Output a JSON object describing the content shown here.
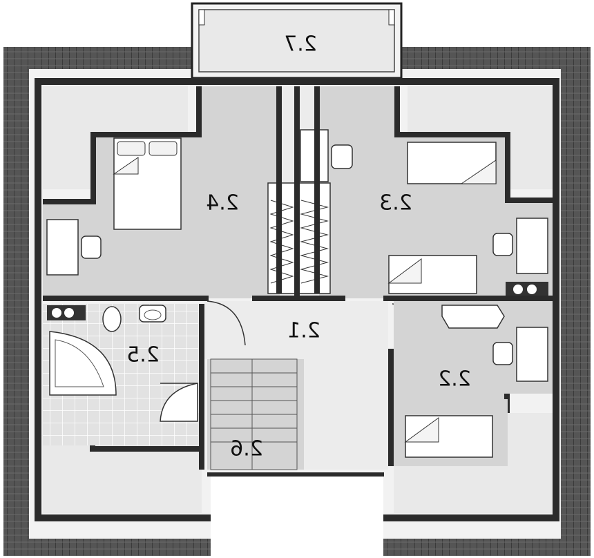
{
  "plan": {
    "rooms": [
      {
        "id": "hall",
        "label": "2.1"
      },
      {
        "id": "bedroom-east-south",
        "label": "2.2"
      },
      {
        "id": "bedroom-east-north",
        "label": "2.3"
      },
      {
        "id": "bedroom-master",
        "label": "2.4"
      },
      {
        "id": "bathroom",
        "label": "2.5"
      },
      {
        "id": "staircase",
        "label": "2.6"
      },
      {
        "id": "balcony",
        "label": "2.7"
      }
    ]
  },
  "colors": {
    "roof": "#5a5a5a",
    "wall": "#2b2b2b",
    "room_fill": "#d4d4d4",
    "light_fill": "#ececec",
    "white": "#ffffff"
  }
}
